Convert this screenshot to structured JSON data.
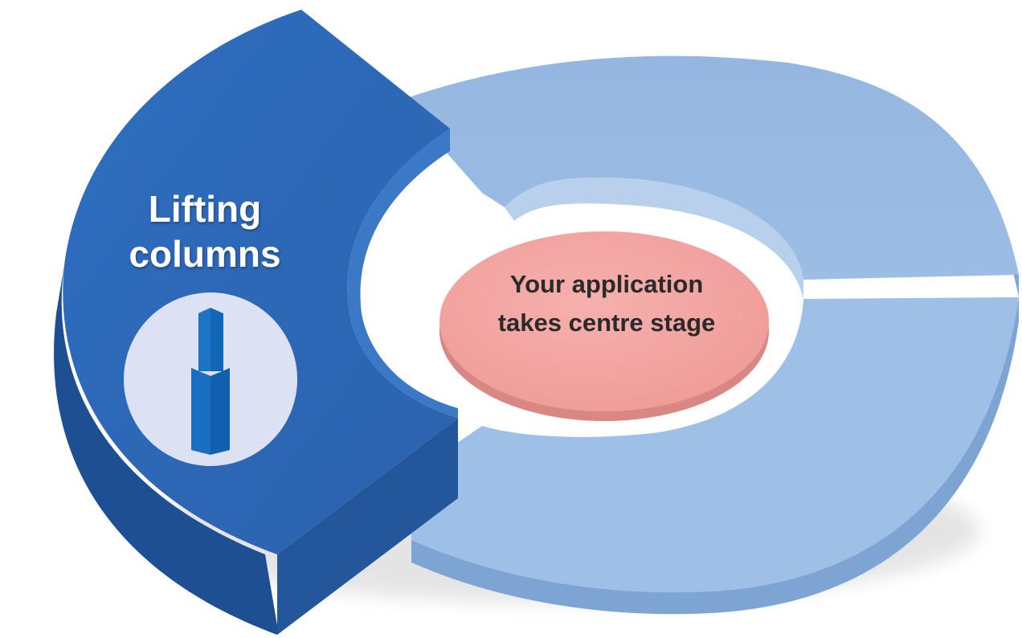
{
  "diagram": {
    "segments": [
      {
        "label_lines": [
          "Lifting",
          "columns"
        ],
        "icon": "lifting-column-icon",
        "color": "#2e6db8"
      },
      {
        "label_lines": [],
        "color": "#8fb3de"
      },
      {
        "label_lines": [],
        "color": "#9dbfe5"
      }
    ],
    "center": {
      "label_lines": [
        "Your application",
        "takes centre stage"
      ],
      "color": "#f2a29f"
    }
  },
  "colors": {
    "dark_blue": "#2e6db8",
    "light_blue": "#9dbfe5",
    "icon_disc": "#dde1f4",
    "center_disc": "#f2a29f"
  }
}
